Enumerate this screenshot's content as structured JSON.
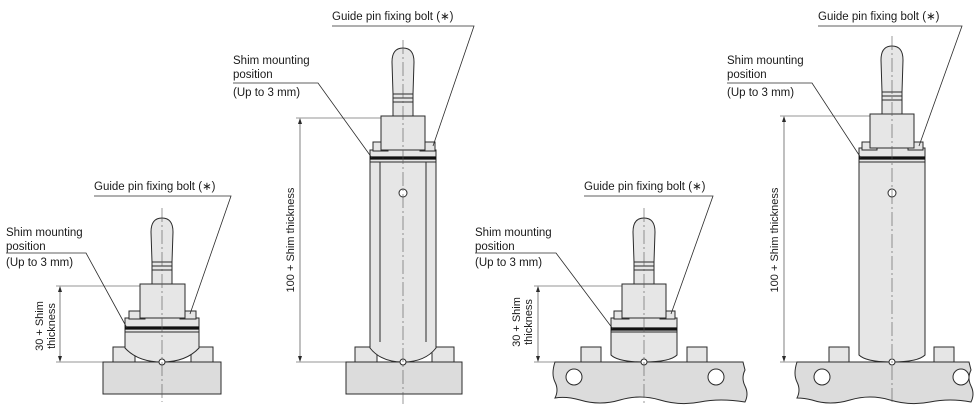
{
  "labels": {
    "guide_pin_bolt": "Guide pin fixing bolt (∗)",
    "shim_position_line1": "Shim mounting",
    "shim_position_line2": "position",
    "shim_position_line3": "(Up to 3 mm)",
    "dim_30_line1": "30 + Shim",
    "dim_30_line2": "thickness",
    "dim_100": "100 + Shim thickness"
  }
}
